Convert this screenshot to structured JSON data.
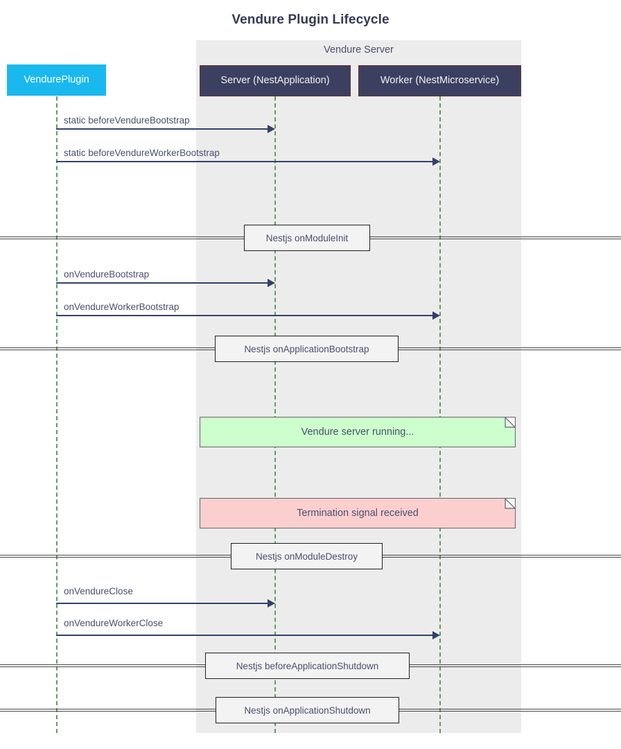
{
  "title": "Vendure Plugin Lifecycle",
  "colors": {
    "plugin_actor_bg": "#19b8ef",
    "server_actor_bg": "#3c4060",
    "group_bg": "#ececec",
    "lifeline": "#5aa05a",
    "message": "#33406b",
    "note_green_bg": "#ccffcc",
    "note_red_bg": "#fccfcf",
    "text": "#4a4f6d"
  },
  "group": {
    "label": "Vendure Server"
  },
  "actors": [
    {
      "id": "plugin",
      "label": "VendurePlugin",
      "style": "plugin"
    },
    {
      "id": "server",
      "label": "Server (NestApplication)",
      "style": "dark"
    },
    {
      "id": "worker",
      "label": "Worker (NestMicroservice)",
      "style": "dark"
    }
  ],
  "messages": [
    {
      "label": "static beforeVendureBootstrap",
      "from": "plugin",
      "to": "server"
    },
    {
      "label": "static beforeVendureWorkerBootstrap",
      "from": "plugin",
      "to": "worker"
    },
    {
      "label": "onVendureBootstrap",
      "from": "plugin",
      "to": "server"
    },
    {
      "label": "onVendureWorkerBootstrap",
      "from": "plugin",
      "to": "worker"
    },
    {
      "label": "onVendureClose",
      "from": "plugin",
      "to": "server"
    },
    {
      "label": "onVendureWorkerClose",
      "from": "plugin",
      "to": "worker"
    }
  ],
  "dividers": [
    {
      "label": "Nestjs onModuleInit"
    },
    {
      "label": "Nestjs onApplicationBootstrap"
    },
    {
      "label": "Nestjs onModuleDestroy"
    },
    {
      "label": "Nestjs beforeApplicationShutdown"
    },
    {
      "label": "Nestjs onApplicationShutdown"
    }
  ],
  "notes": [
    {
      "label": "Vendure server running...",
      "color": "green"
    },
    {
      "label": "Termination signal received",
      "color": "red"
    }
  ]
}
